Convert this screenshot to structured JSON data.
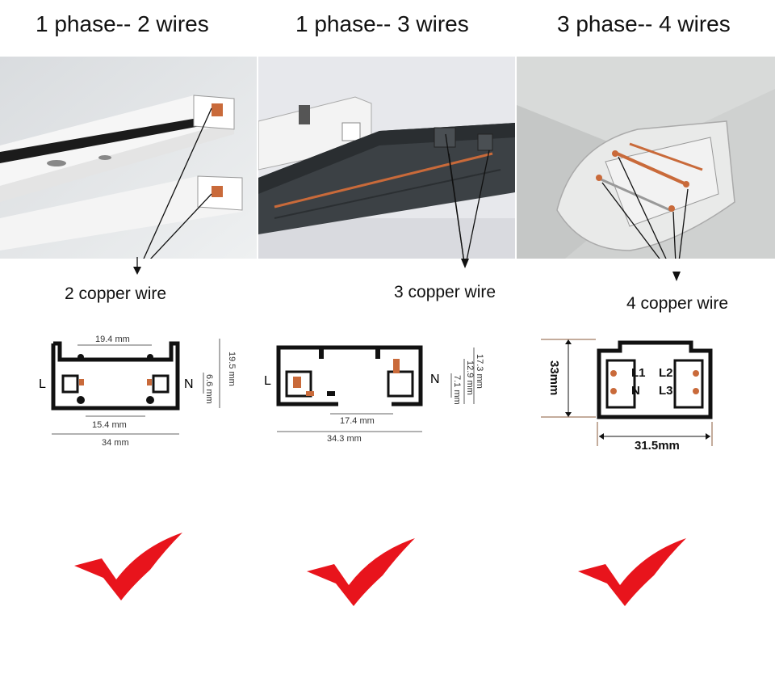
{
  "columns": [
    {
      "heading": "1 phase-- 2 wires",
      "copper_label": "2 copper wire",
      "dimensions": {
        "top_width": "19.4 mm",
        "inner_width": "15.4 mm",
        "total_width": "34 mm",
        "height": "19.5 mm",
        "inner_height": "6.6 mm",
        "left": "L",
        "right": "N"
      }
    },
    {
      "heading": "1 phase-- 3 wires",
      "copper_label": "3 copper wire",
      "dimensions": {
        "inner_width": "17.4 mm",
        "total_width": "34.3 mm",
        "height": "17.3 mm",
        "mid_height": "12.9 mm",
        "inner_height": "7.1 mm",
        "left": "L",
        "right": "N"
      }
    },
    {
      "heading": "3 phase-- 4 wires",
      "copper_label": "4 copper wire",
      "dimensions": {
        "height": "33mm",
        "width": "31.5mm",
        "l1": "L1",
        "l2": "L2",
        "n": "N",
        "l3": "L3"
      }
    }
  ],
  "colors": {
    "checkmark": "#e8141c",
    "copper": "#c96a3a",
    "profile": "#111111"
  },
  "icons": [
    "checkmark-icon",
    "checkmark-icon",
    "checkmark-icon"
  ]
}
